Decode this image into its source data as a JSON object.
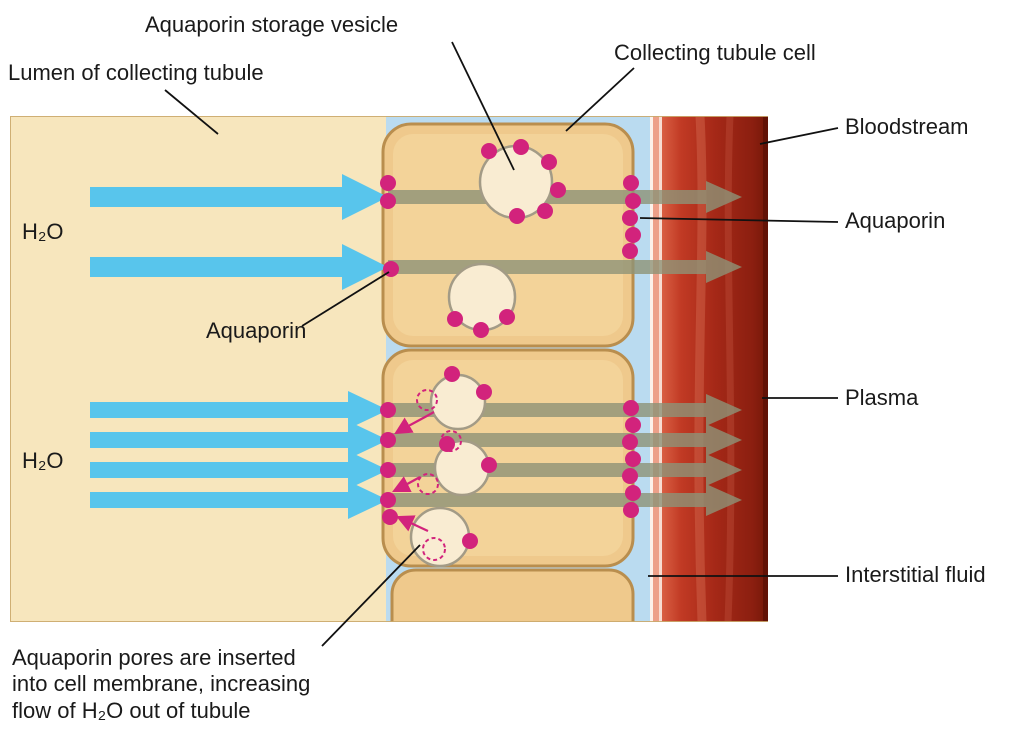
{
  "figure": {
    "labels": {
      "storage_vesicle": "Aquaporin storage vesicle",
      "lumen": "Lumen of collecting tubule",
      "tubule_cell": "Collecting tubule cell",
      "bloodstream": "Bloodstream",
      "aquaporin_right": "Aquaporin",
      "aquaporin_left": "Aquaporin",
      "plasma": "Plasma",
      "interstitial_fluid": "Interstitial fluid",
      "h2o_upper": "H₂O",
      "h2o_lower": "H₂O"
    },
    "caption_lines": [
      "Aquaporin pores are inserted",
      "into cell membrane, increasing",
      "flow of H₂O out of tubule"
    ],
    "colors": {
      "lumen_fill": "#f7e6bd",
      "cell_fill": "#efc98c",
      "cell_stroke": "#b98e4e",
      "vesicle_fill": "#f9ecd2",
      "vesicle_stroke": "#a39b86",
      "interstitial_fill": "#badbf0",
      "water_arrow_blue": "#58c5ec",
      "flow_arrow_olive": "#8e9377",
      "aquaporin_dot_pink": "#d2237c",
      "blood_red_dark": "#8c1f10"
    }
  }
}
